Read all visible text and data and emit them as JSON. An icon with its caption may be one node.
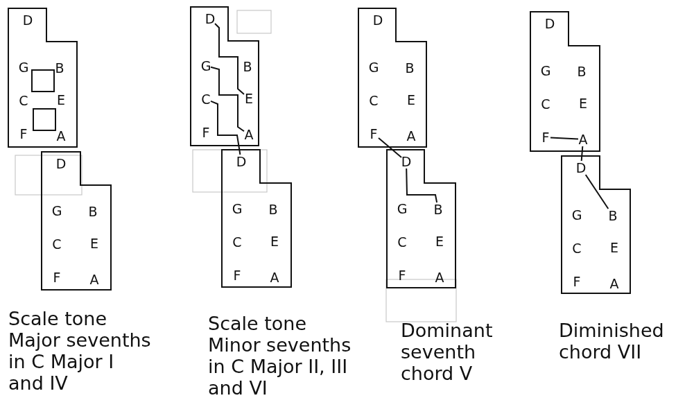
{
  "diagram": {
    "nodes": [
      {
        "text": [],
        "shape": "box"
      },
      {
        "text": [
          "D"
        ],
        "in": 0
      },
      {
        "text": [
          "G"
        ],
        "in": 0
      },
      {
        "text": [
          "B"
        ],
        "in": 0
      },
      {
        "text": [
          "C"
        ],
        "in": 0
      },
      {
        "text": [
          "E"
        ],
        "in": 0
      },
      {
        "text": [
          "F"
        ],
        "in": 0
      },
      {
        "text": [
          "A"
        ],
        "in": 0
      },
      {
        "text": [],
        "shape": "box"
      },
      {
        "text": [
          "D"
        ],
        "in": 8
      },
      {
        "text": [
          "G"
        ],
        "in": 8
      },
      {
        "text": [
          "B"
        ],
        "in": 8
      },
      {
        "text": [
          "C"
        ],
        "in": 8
      },
      {
        "text": [
          "E"
        ],
        "in": 8
      },
      {
        "text": [
          "F"
        ],
        "in": 8
      },
      {
        "text": [
          "A"
        ],
        "in": 8
      },
      {
        "text": [],
        "shape": "box"
      },
      {
        "text": [
          "D"
        ],
        "in": 16
      },
      {
        "text": [
          "G"
        ],
        "in": 16
      },
      {
        "text": [
          "B"
        ],
        "in": 16
      },
      {
        "text": [
          "C"
        ],
        "in": 16
      },
      {
        "text": [
          "E"
        ],
        "in": 16
      },
      {
        "text": [
          "F"
        ],
        "in": 16
      },
      {
        "text": [
          "A"
        ],
        "in": 16
      },
      {
        "text": [],
        "shape": "box"
      },
      {
        "text": [
          "D"
        ],
        "in": 24
      },
      {
        "text": [
          "G"
        ],
        "in": 24
      },
      {
        "text": [
          "B"
        ],
        "in": 24
      },
      {
        "text": [
          "C"
        ],
        "in": 24
      },
      {
        "text": [
          "E"
        ],
        "in": 24
      },
      {
        "text": [
          "F"
        ],
        "in": 24
      },
      {
        "text": [
          "A"
        ],
        "in": 24
      },
      {
        "text": [],
        "shape": "box"
      },
      {
        "text": [
          "D"
        ],
        "in": 32
      },
      {
        "text": [
          "G"
        ],
        "in": 32
      },
      {
        "text": [
          "B"
        ],
        "in": 32
      },
      {
        "text": [
          "C"
        ],
        "in": 32
      },
      {
        "text": [
          "E"
        ],
        "in": 32
      },
      {
        "text": [
          "F"
        ],
        "in": 32
      },
      {
        "text": [
          "A"
        ],
        "in": 32
      },
      {
        "text": [],
        "shape": "box"
      },
      {
        "text": [
          "D"
        ],
        "in": 40
      },
      {
        "text": [
          "G"
        ],
        "in": 40
      },
      {
        "text": [
          "B"
        ],
        "in": 40
      },
      {
        "text": [
          "C"
        ],
        "in": 40
      },
      {
        "text": [
          "E"
        ],
        "in": 40
      },
      {
        "text": [
          "F"
        ],
        "in": 40
      },
      {
        "text": [
          "A"
        ],
        "in": 40
      },
      {
        "text": [],
        "shape": "box"
      },
      {
        "text": [
          "D"
        ],
        "in": 48
      },
      {
        "text": [
          "G"
        ],
        "in": 48
      },
      {
        "text": [
          "B"
        ],
        "in": 48
      },
      {
        "text": [
          "C"
        ],
        "in": 48
      },
      {
        "text": [
          "E"
        ],
        "in": 48
      },
      {
        "text": [
          "F"
        ],
        "in": 48
      },
      {
        "text": [
          "A"
        ],
        "in": 48
      },
      {
        "text": [],
        "shape": "box"
      },
      {
        "text": [
          "D"
        ],
        "in": 56
      },
      {
        "text": [
          "G"
        ],
        "in": 56
      },
      {
        "text": [
          "B"
        ],
        "in": 56
      },
      {
        "text": [
          "C"
        ],
        "in": 56
      },
      {
        "text": [
          "E"
        ],
        "in": 56
      },
      {
        "text": [
          "F"
        ],
        "in": 56
      },
      {
        "text": [
          "A"
        ],
        "in": 56
      }
    ],
    "edges": [
      {
        "from": 17,
        "to": 21,
        "arrow": "none"
      },
      {
        "from": 18,
        "to": 23,
        "arrow": "none"
      },
      {
        "from": 20,
        "to": 25,
        "arrow": "none"
      },
      {
        "from": 38,
        "to": 41,
        "arrow": "none"
      },
      {
        "from": 41,
        "to": 43,
        "arrow": "none"
      },
      {
        "from": 54,
        "to": 55,
        "arrow": "none"
      },
      {
        "from": 55,
        "to": 57,
        "arrow": "none"
      },
      {
        "from": 57,
        "to": 59,
        "arrow": "none"
      }
    ],
    "labels": [
      "Scale tone Major sevenths in C Major I and IV",
      "Scale tone Minor sevenths in C Major II, III and VI",
      "Dominant seventh chord V",
      "Diminished chord VII"
    ]
  }
}
